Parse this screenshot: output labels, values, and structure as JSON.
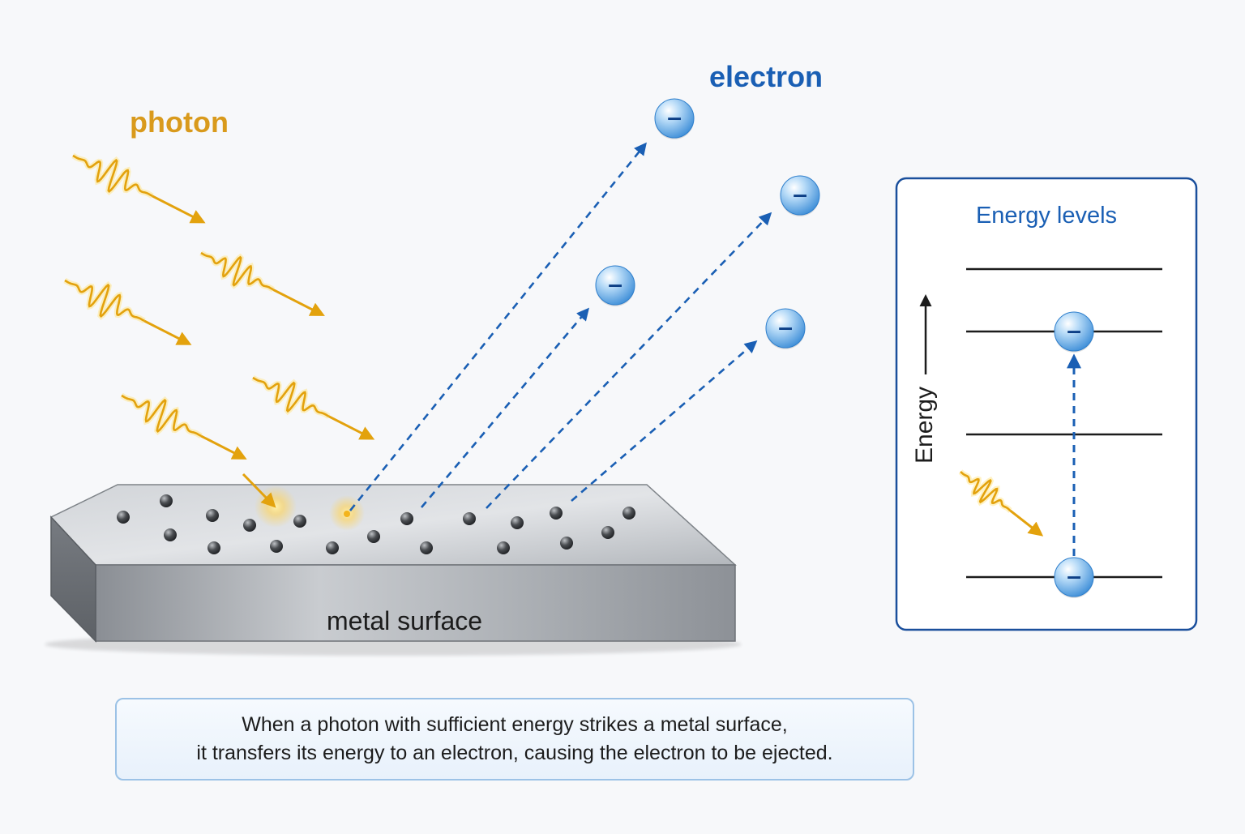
{
  "labels": {
    "photon": "photon",
    "electron": "electron",
    "metal_surface": "metal surface"
  },
  "energy_panel": {
    "title": "Energy levels",
    "axis_label": "Energy"
  },
  "caption": {
    "line1": "When a photon with sufficient energy strikes a metal surface,",
    "line2": "it transfers its energy to an electron, causing the electron to be ejected."
  },
  "symbols": {
    "electron_charge": "−"
  },
  "colors": {
    "photon": "#e3a20d",
    "electron": "#1a5fb4",
    "panel_border": "#1a4f9c",
    "metal": "#b9bdc2"
  }
}
